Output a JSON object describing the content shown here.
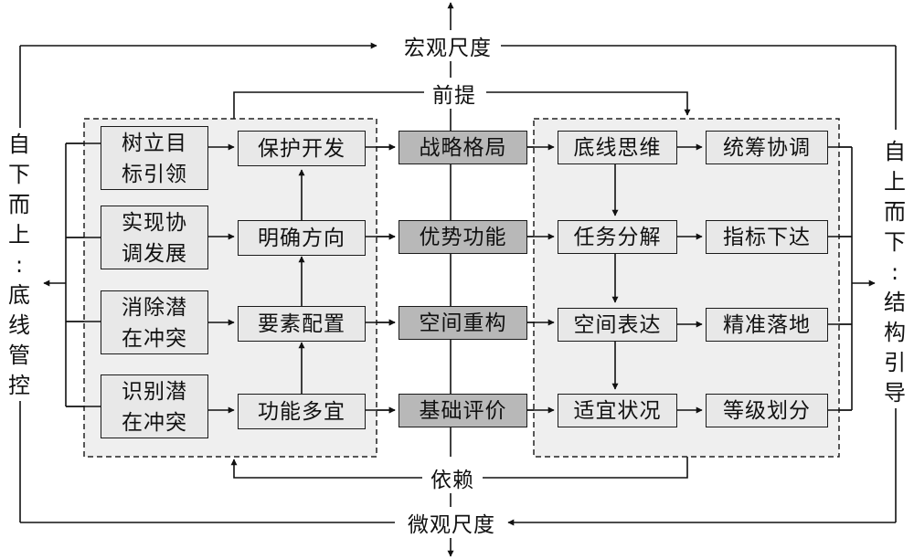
{
  "top_label": "宏观尺度",
  "bottom_label": "微观尺度",
  "premise_label": "前提",
  "dependency_label": "依赖",
  "left_label": "自\n下\n而\n上\n:\n底\n线\n管\n控",
  "right_label": "自\n上\n而\n下\n:\n结\n构\n引\n导",
  "left_panel": {
    "col1": [
      "树立目\n标引领",
      "实现协\n调发展",
      "消除潜\n在冲突",
      "识别潜\n在冲突"
    ],
    "col2": [
      "保护开发",
      "明确方向",
      "要素配置",
      "功能多宜"
    ]
  },
  "center": [
    "战略格局",
    "优势功能",
    "空间重构",
    "基础评价"
  ],
  "right_panel": {
    "col1": [
      "底线思维",
      "任务分解",
      "空间表达",
      "适宜状况"
    ],
    "col2": [
      "统筹协调",
      "指标下达",
      "精准落地",
      "等级划分"
    ]
  }
}
